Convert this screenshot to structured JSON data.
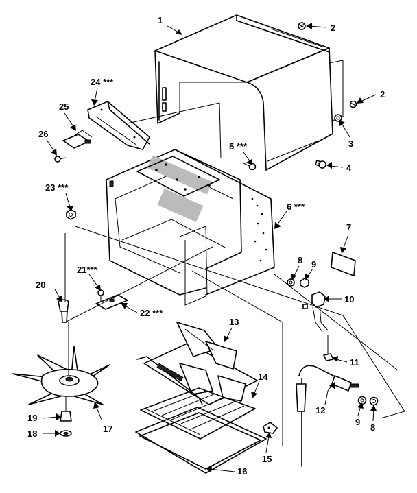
{
  "labels": [
    {
      "id": "1",
      "text": "1"
    },
    {
      "id": "2a",
      "text": "2"
    },
    {
      "id": "2b",
      "text": "2"
    },
    {
      "id": "3",
      "text": "3"
    },
    {
      "id": "4",
      "text": "4"
    },
    {
      "id": "5",
      "text": "5 ***"
    },
    {
      "id": "6",
      "text": "6 ***"
    },
    {
      "id": "7",
      "text": "7"
    },
    {
      "id": "8a",
      "text": "8"
    },
    {
      "id": "8b",
      "text": "8"
    },
    {
      "id": "9a",
      "text": "9"
    },
    {
      "id": "9b",
      "text": "9"
    },
    {
      "id": "10",
      "text": "10"
    },
    {
      "id": "11",
      "text": "11"
    },
    {
      "id": "12",
      "text": "12"
    },
    {
      "id": "13",
      "text": "13"
    },
    {
      "id": "14",
      "text": "14"
    },
    {
      "id": "15",
      "text": "15"
    },
    {
      "id": "16",
      "text": "16"
    },
    {
      "id": "17",
      "text": "17"
    },
    {
      "id": "18",
      "text": "18"
    },
    {
      "id": "19",
      "text": "19"
    },
    {
      "id": "20",
      "text": "20"
    },
    {
      "id": "21",
      "text": "21***"
    },
    {
      "id": "22",
      "text": "22 ***"
    },
    {
      "id": "23",
      "text": "23 ***"
    },
    {
      "id": "24",
      "text": "24 ***"
    },
    {
      "id": "25",
      "text": "25"
    },
    {
      "id": "26",
      "text": "26"
    }
  ]
}
